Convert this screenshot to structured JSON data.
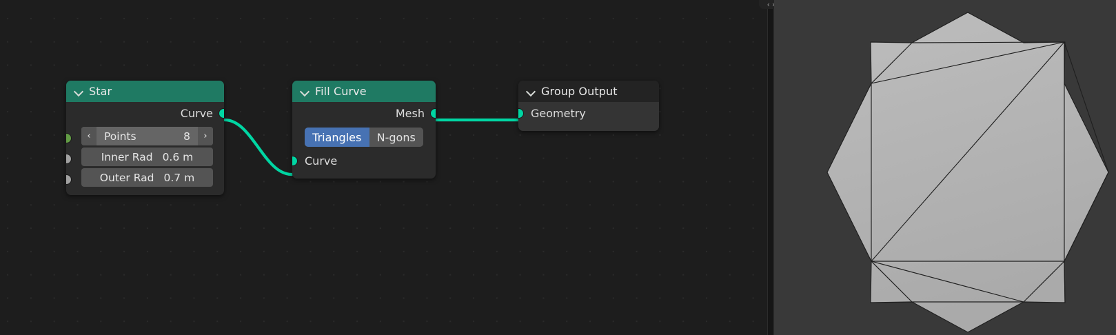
{
  "app": {
    "name": "blender-geometry-nodes",
    "editors": [
      "node-editor",
      "3d-viewport"
    ]
  },
  "theme": {
    "editor_background": "#1d1d1d",
    "grid_dot": "#2b2b2b",
    "node_body": "#2b2b2b",
    "node_header_geometry": "#1f7a63",
    "node_header_output": "#232323",
    "socket_geometry": "#00d6a3",
    "socket_integer": "#629c45",
    "socket_float": "#a1a1a1",
    "enum_selected": "#4772b3",
    "widget": "#545454",
    "link": "#00d6a3",
    "viewport_background": "#393939",
    "mesh_fill": "#b4b4b4",
    "mesh_wire": "#1c1c1c"
  },
  "node_editor": {
    "nodes": [
      {
        "id": "star",
        "title": "Star",
        "header_style": "teal",
        "collapse_icon": "chevron-down-icon",
        "outputs": [
          {
            "name": "Curve",
            "socket": "geo"
          }
        ],
        "inputs": [
          {
            "name": "Points",
            "socket": "int",
            "widget": "stepper",
            "label": "Points",
            "value": "8",
            "prev_icon": "chevron-left-icon",
            "next_icon": "chevron-right-icon"
          },
          {
            "name": "Inner Radius",
            "socket": "float",
            "widget": "plain",
            "label": "Inner Rad",
            "value": "0.6 m"
          },
          {
            "name": "Outer Radius",
            "socket": "float",
            "widget": "plain",
            "label": "Outer Rad",
            "value": "0.7 m"
          }
        ]
      },
      {
        "id": "fill-curve",
        "title": "Fill Curve",
        "header_style": "teal",
        "collapse_icon": "chevron-down-icon",
        "outputs": [
          {
            "name": "Mesh",
            "socket": "geo"
          }
        ],
        "enum": {
          "name": "Mode",
          "options": [
            "Triangles",
            "N-gons"
          ],
          "selected": "Triangles"
        },
        "inputs": [
          {
            "name": "Curve",
            "socket": "geo"
          }
        ]
      },
      {
        "id": "group-output",
        "title": "Group Output",
        "header_style": "dark",
        "collapse_icon": "chevron-down-icon",
        "inputs": [
          {
            "name": "Geometry",
            "socket": "geo"
          }
        ]
      }
    ],
    "links": [
      {
        "from": "star.Curve",
        "to": "fill-curve.Curve"
      },
      {
        "from": "fill-curve.Mesh",
        "to": "group-output.Geometry"
      }
    ]
  },
  "splitter": {
    "handle_icon": "area-resize-handle-icon",
    "handle_glyph_left": "‹",
    "handle_glyph_right": "›"
  },
  "viewport": {
    "object": "star-filled-mesh",
    "points": 8,
    "fill_mode": "Triangles",
    "description": "8-point star curve filled with triangles, shaded solid gray"
  }
}
